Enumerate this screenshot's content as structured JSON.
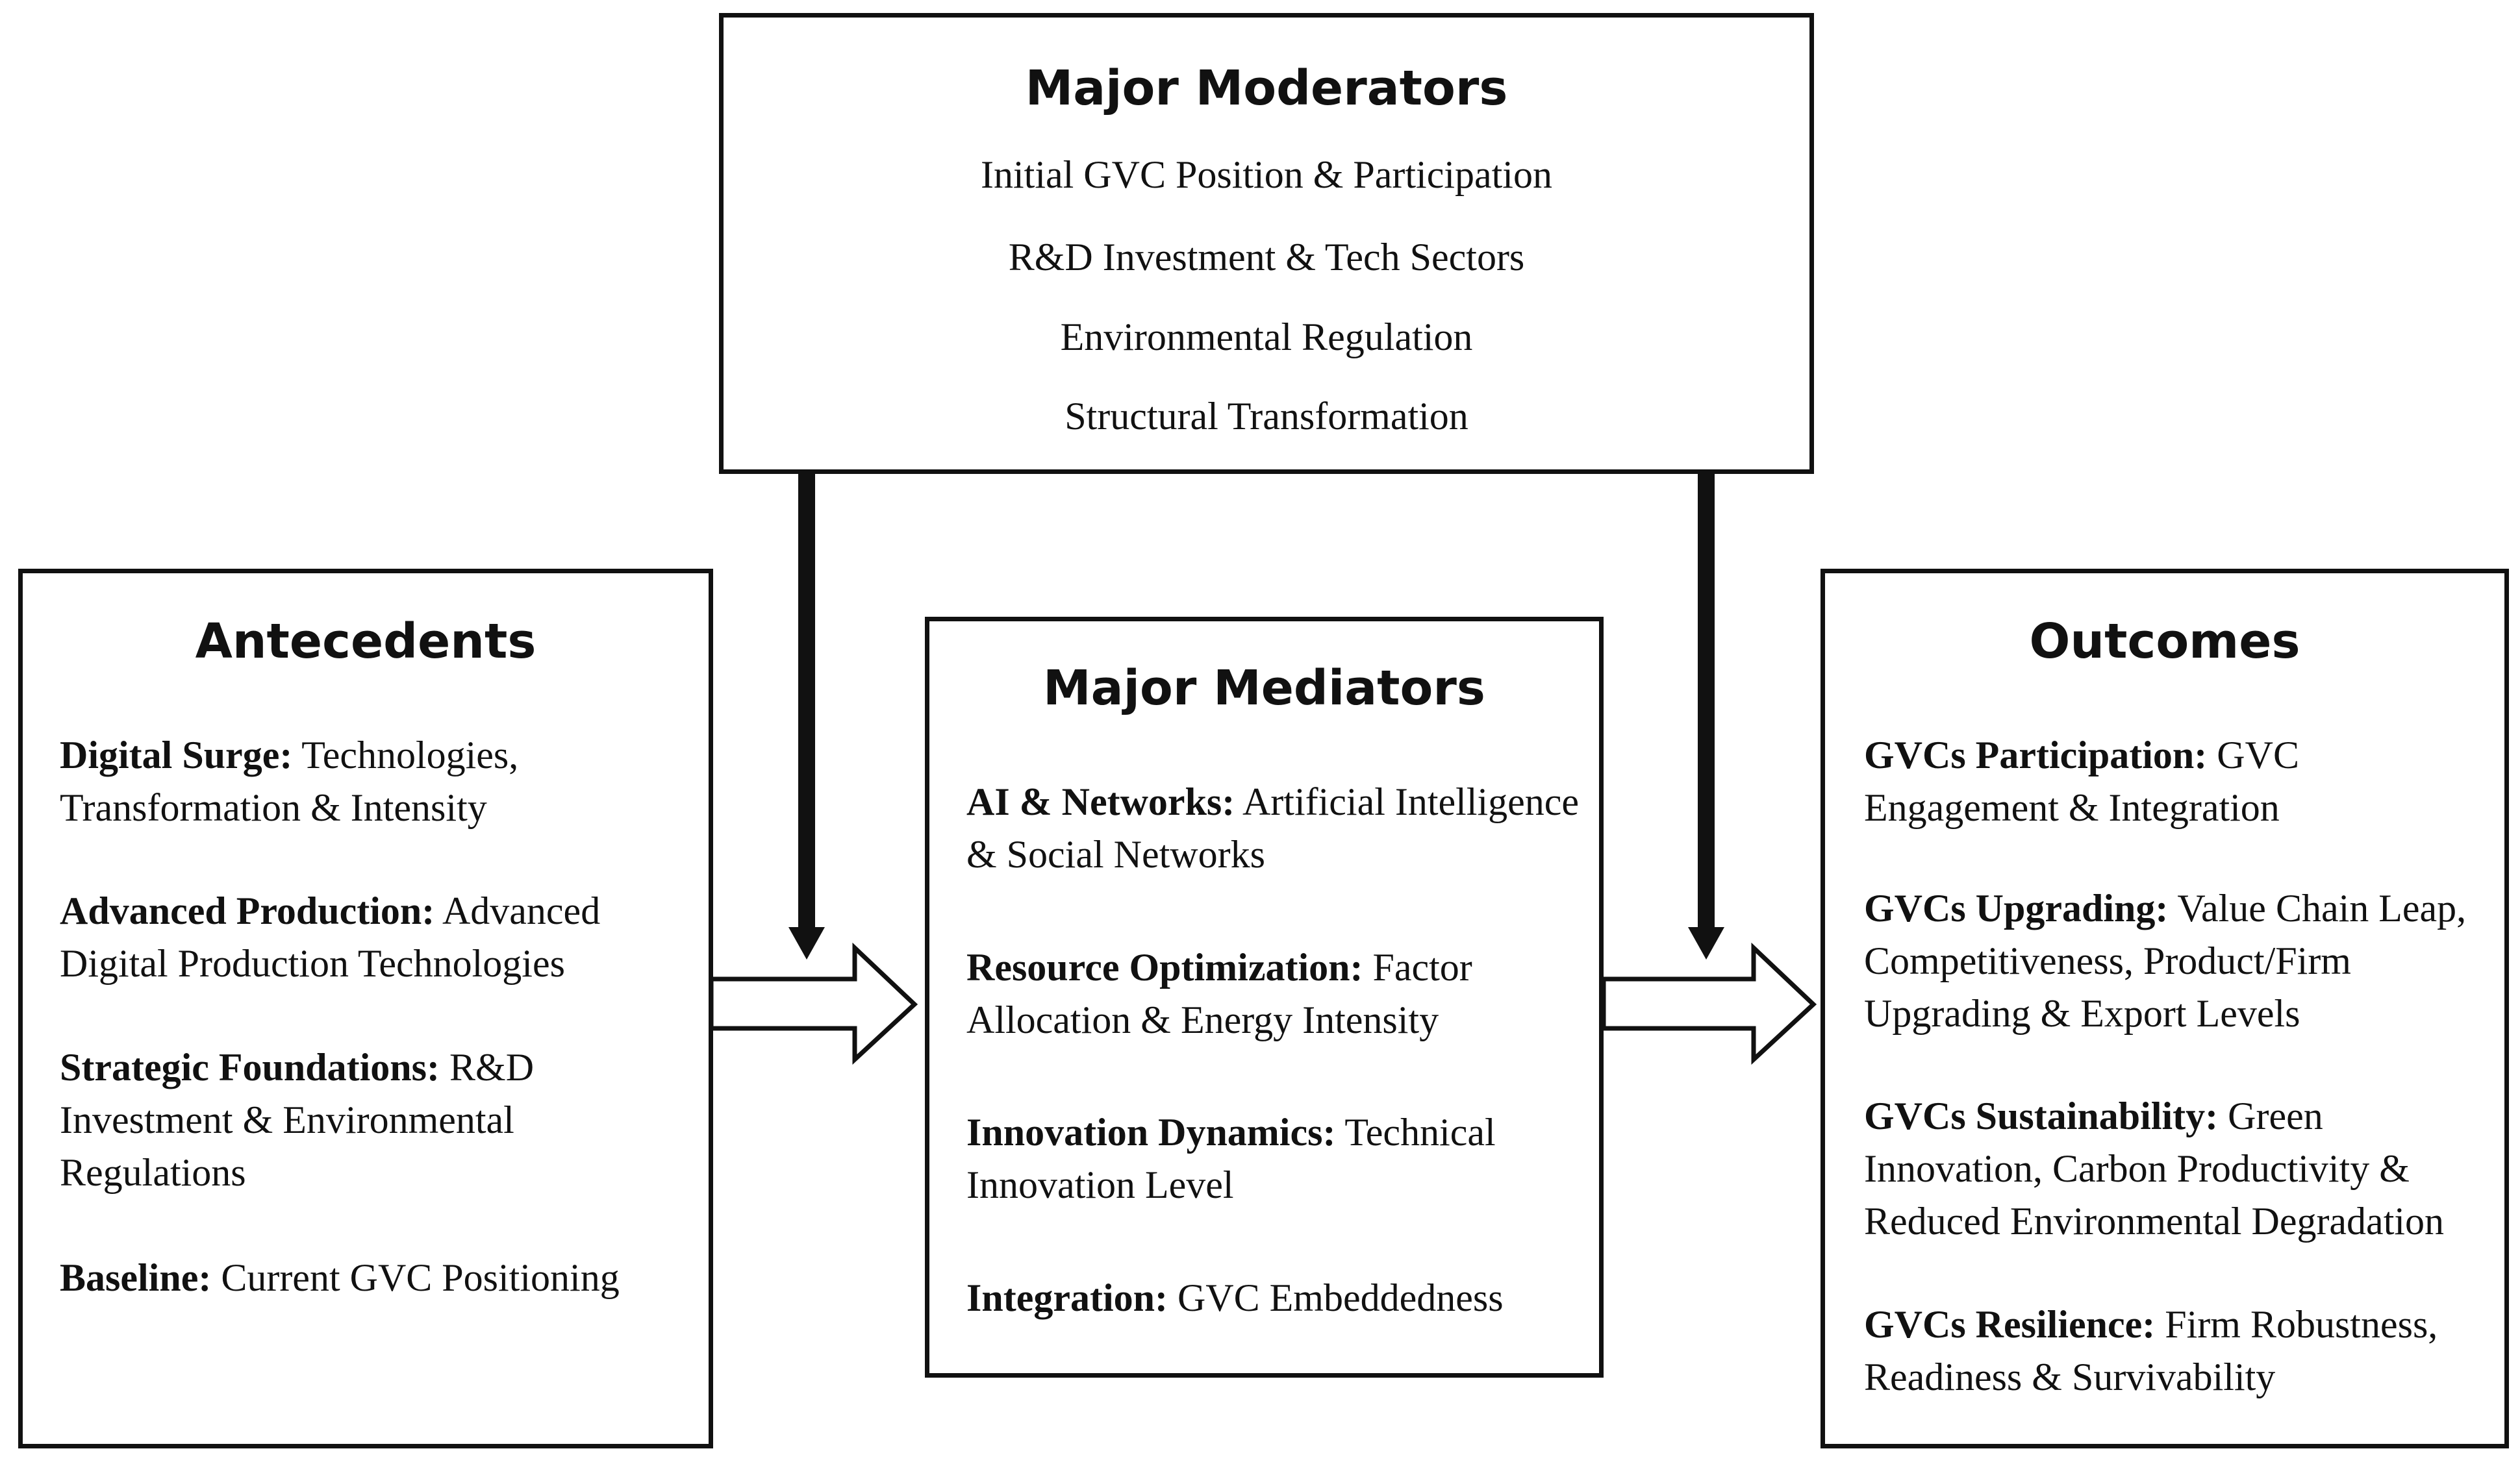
{
  "moderators": {
    "title": "Major Moderators",
    "items": [
      "Initial GVC Position & Participation",
      "R&D Investment & Tech Sectors",
      "Environmental Regulation",
      "Structural Transformation"
    ]
  },
  "antecedents": {
    "title": "Antecedents",
    "items": [
      {
        "label": "Digital Surge:",
        "text": "Technologies, Transformation & Intensity"
      },
      {
        "label": "Advanced Production:",
        "text": "Advanced Digital Production Technologies"
      },
      {
        "label": "Strategic Foundations:",
        "text": "R&D Investment & Environmental Regulations"
      },
      {
        "label": "Baseline:",
        "text": "Current GVC Positioning"
      }
    ]
  },
  "mediators": {
    "title": "Major Mediators",
    "items": [
      {
        "label": "AI & Networks:",
        "text": "Artificial Intelligence & Social Networks"
      },
      {
        "label": "Resource Optimization:",
        "text": "Factor Allocation & Energy Intensity"
      },
      {
        "label": "Innovation Dynamics:",
        "text": "Technical Innovation Level"
      },
      {
        "label": "Integration:",
        "text": "GVC Embeddedness"
      }
    ]
  },
  "outcomes": {
    "title": "Outcomes",
    "items": [
      {
        "label": "GVCs Participation:",
        "text": "GVC Engagement & Integration"
      },
      {
        "label": "GVCs Upgrading:",
        "text": "Value Chain Leap, Competitiveness, Product/Firm Upgrading & Export Levels"
      },
      {
        "label": "GVCs Sustainability:",
        "text": "Green Innovation, Carbon Productivity & Reduced Environmental Degradation"
      },
      {
        "label": "GVCs Resilience:",
        "text": "Firm Robustness, Readiness & Survivability"
      }
    ]
  }
}
